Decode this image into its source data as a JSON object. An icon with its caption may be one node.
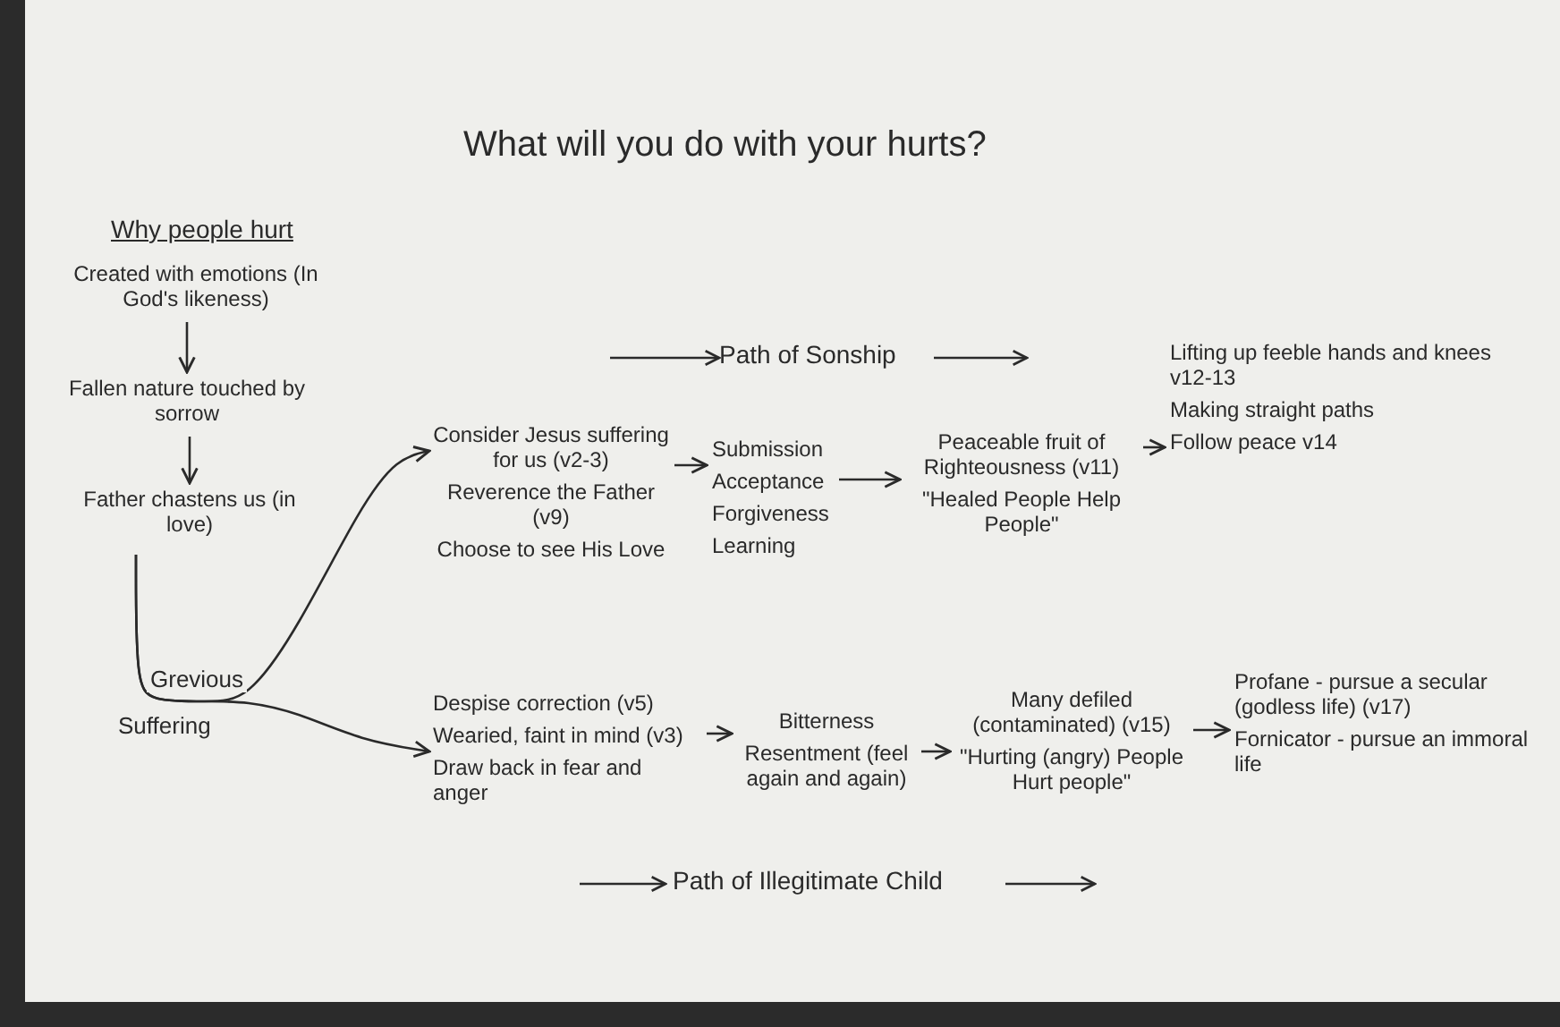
{
  "diagram": {
    "title": "What will you do with your hurts?",
    "nodes": [
      {
        "text": [
          "Created with emotions (In God's likeness)"
        ]
      },
      {
        "text": [
          "Fallen nature touched by sorrow"
        ]
      },
      {
        "text": [
          "Father chastens us (in love)"
        ]
      },
      {
        "text": [
          "Consider Jesus suffering for us (v2-3)",
          "Reverence the Father (v9)",
          "Choose to see His Love"
        ]
      },
      {
        "text": [
          "Submission",
          "Acceptance",
          "Forgiveness",
          "Learning"
        ]
      },
      {
        "text": [
          "Peaceable fruit of Righteousness (v11)",
          "\"Healed People Help People\""
        ]
      },
      {
        "text": [
          "Lifting up feeble hands and knees v12-13",
          "Making straight paths",
          "Follow peace v14"
        ]
      },
      {
        "text": [
          "Despise correction (v5)",
          "Wearied, faint in mind (v3)",
          "Draw back in fear and anger"
        ]
      },
      {
        "text": [
          "Bitterness",
          "Resentment (feel again and again)"
        ]
      },
      {
        "text": [
          "Many defiled (contaminated) (v15)",
          "\"Hurting (angry) People Hurt people\""
        ]
      },
      {
        "text": [
          "Profane - pursue a secular (godless life) (v17)",
          "Fornicator - pursue an immoral life"
        ]
      }
    ],
    "edges": [
      {
        "from": 0,
        "to": 1,
        "arrow": "to"
      },
      {
        "from": 1,
        "to": 2,
        "arrow": "to"
      },
      {
        "from": 2,
        "to": 3,
        "arrow": "to",
        "label": "Grevious"
      },
      {
        "from": 2,
        "to": 7,
        "arrow": "to",
        "label": "Suffering"
      },
      {
        "from": 3,
        "to": 4,
        "arrow": "to"
      },
      {
        "from": 4,
        "to": 5,
        "arrow": "to"
      },
      {
        "from": 5,
        "to": 6,
        "arrow": "to"
      },
      {
        "from": 7,
        "to": 8,
        "arrow": "to"
      },
      {
        "from": 8,
        "to": 9,
        "arrow": "to"
      },
      {
        "from": 9,
        "to": 10,
        "arrow": "to"
      }
    ],
    "labels": [
      "Why people hurt",
      "Path of Sonship",
      "Path of Illegitimate Child"
    ]
  }
}
